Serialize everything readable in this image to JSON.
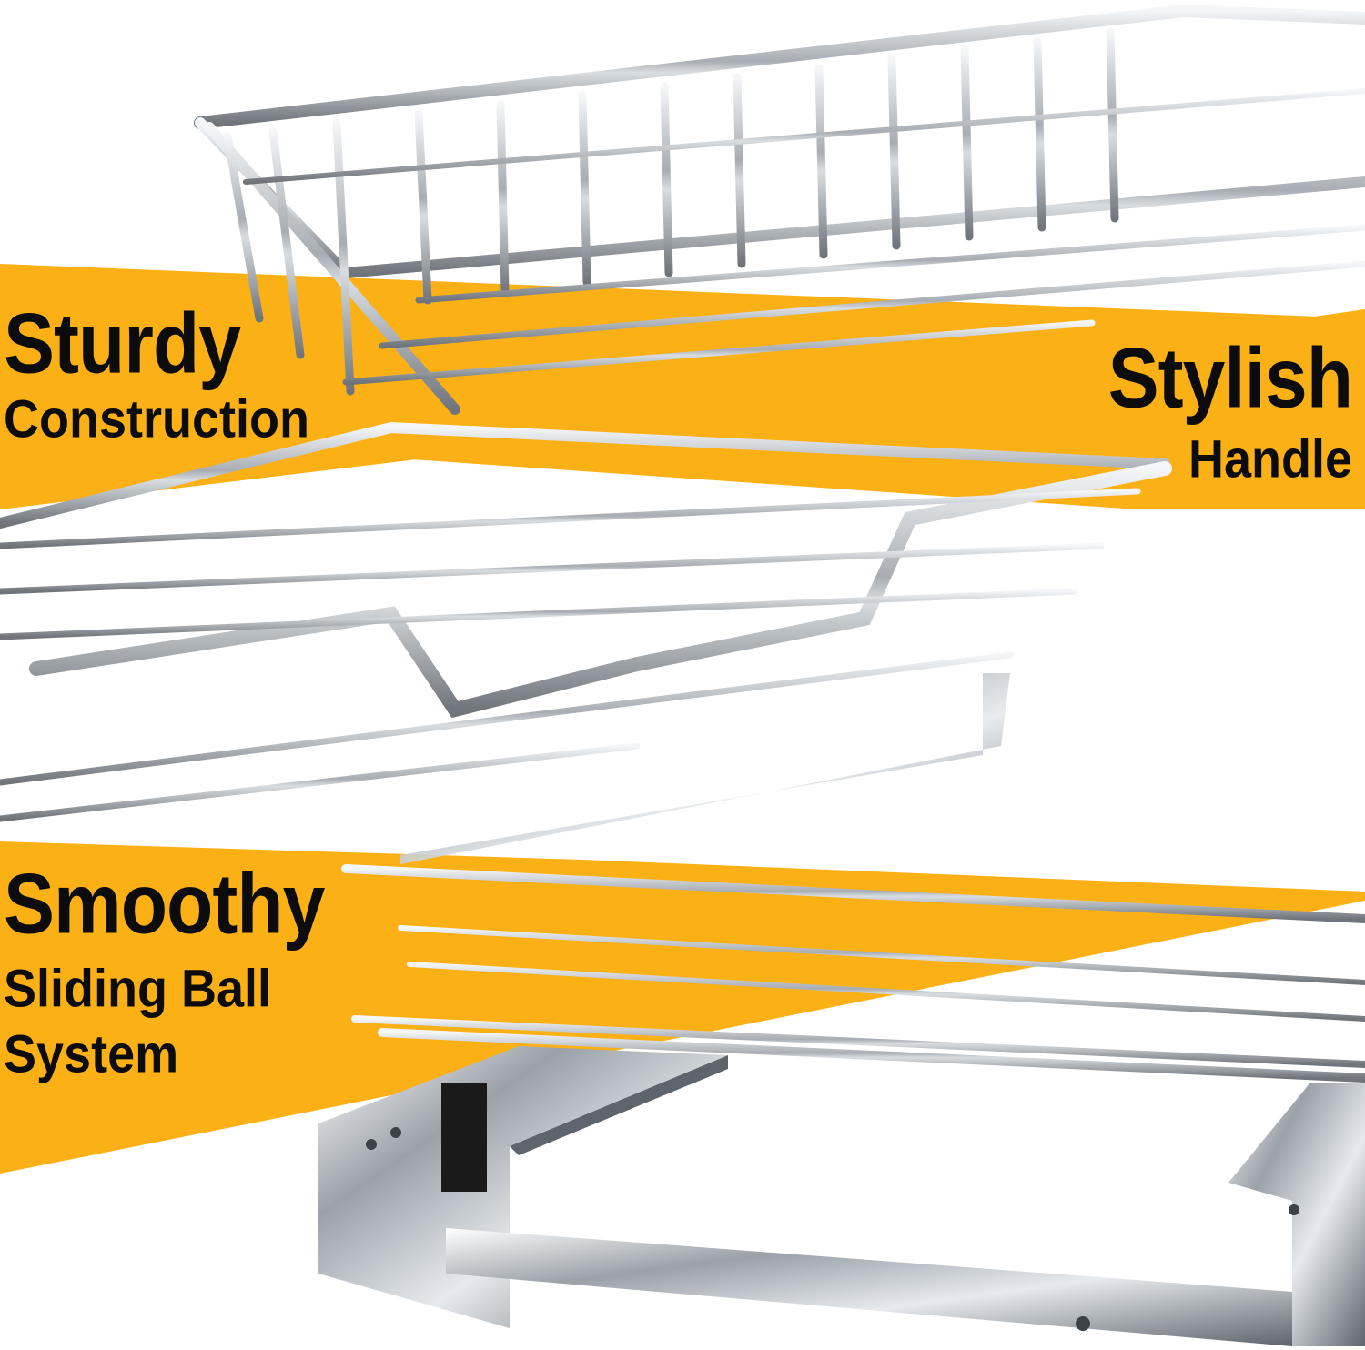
{
  "features": [
    {
      "id": "sturdy",
      "title": "Sturdy",
      "subtitle_lines": [
        "Construction"
      ]
    },
    {
      "id": "stylish",
      "title": "Stylish",
      "subtitle_lines": [
        "Handle"
      ]
    },
    {
      "id": "smoothy",
      "title": "Smoothy",
      "subtitle_lines": [
        "Sliding Ball",
        "System"
      ]
    }
  ],
  "colors": {
    "banner": "#fbb016",
    "wire": "#9aa0a6",
    "wire_highlight": "#e9edf0",
    "background": "#ffffff"
  },
  "icons": [
    "wire-basket-top",
    "wire-basket-middle",
    "wire-basket-bottom",
    "ball-bearing-slide-rails"
  ]
}
